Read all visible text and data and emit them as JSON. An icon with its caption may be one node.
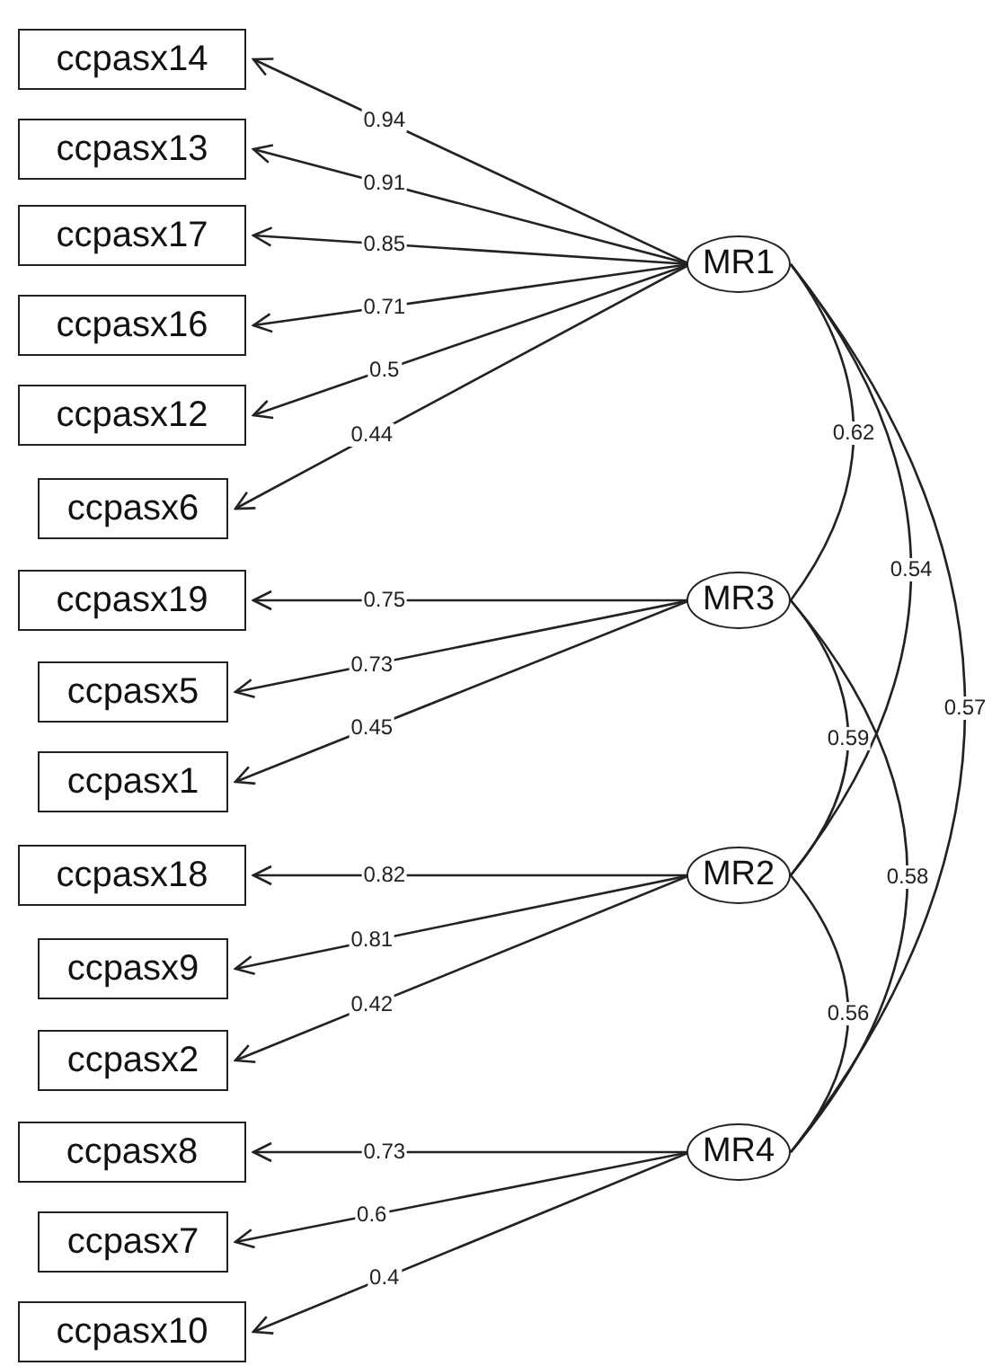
{
  "diagram": {
    "nodes": [
      {
        "text": [
          "ccpasx14"
        ]
      },
      {
        "text": [
          "ccpasx13"
        ]
      },
      {
        "text": [
          "ccpasx17"
        ]
      },
      {
        "text": [
          "ccpasx16"
        ]
      },
      {
        "text": [
          "ccpasx12"
        ]
      },
      {
        "text": [
          "ccpasx6"
        ]
      },
      {
        "text": [
          "ccpasx19"
        ]
      },
      {
        "text": [
          "ccpasx5"
        ]
      },
      {
        "text": [
          "ccpasx1"
        ]
      },
      {
        "text": [
          "ccpasx18"
        ]
      },
      {
        "text": [
          "ccpasx9"
        ]
      },
      {
        "text": [
          "ccpasx2"
        ]
      },
      {
        "text": [
          "ccpasx8"
        ]
      },
      {
        "text": [
          "ccpasx7"
        ]
      },
      {
        "text": [
          "ccpasx10"
        ]
      },
      {
        "text": [
          "MR1"
        ]
      },
      {
        "text": [
          "MR3"
        ]
      },
      {
        "text": [
          "MR2"
        ]
      },
      {
        "text": [
          "MR4"
        ]
      }
    ],
    "edges": [
      {
        "from": 15,
        "to": 0,
        "arrow": "to",
        "label": "0.94"
      },
      {
        "from": 15,
        "to": 1,
        "arrow": "to",
        "label": "0.91"
      },
      {
        "from": 15,
        "to": 2,
        "arrow": "to",
        "label": "0.85"
      },
      {
        "from": 15,
        "to": 3,
        "arrow": "to",
        "label": "0.71"
      },
      {
        "from": 15,
        "to": 4,
        "arrow": "to",
        "label": "0.5"
      },
      {
        "from": 15,
        "to": 5,
        "arrow": "to",
        "label": "0.44"
      },
      {
        "from": 16,
        "to": 6,
        "arrow": "to",
        "label": "0.75"
      },
      {
        "from": 16,
        "to": 7,
        "arrow": "to",
        "label": "0.73"
      },
      {
        "from": 16,
        "to": 8,
        "arrow": "to",
        "label": "0.45"
      },
      {
        "from": 17,
        "to": 9,
        "arrow": "to",
        "label": "0.82"
      },
      {
        "from": 17,
        "to": 10,
        "arrow": "to",
        "label": "0.81"
      },
      {
        "from": 17,
        "to": 11,
        "arrow": "to",
        "label": "0.42"
      },
      {
        "from": 18,
        "to": 12,
        "arrow": "to",
        "label": "0.73"
      },
      {
        "from": 18,
        "to": 13,
        "arrow": "to",
        "label": "0.6"
      },
      {
        "from": 18,
        "to": 14,
        "arrow": "to",
        "label": "0.4"
      },
      {
        "from": 15,
        "to": 16,
        "arrow": "none",
        "label": "0.62"
      },
      {
        "from": 15,
        "to": 17,
        "arrow": "none",
        "label": "0.54"
      },
      {
        "from": 15,
        "to": 18,
        "arrow": "none",
        "label": "0.57"
      },
      {
        "from": 16,
        "to": 17,
        "arrow": "none",
        "label": "0.59"
      },
      {
        "from": 16,
        "to": 18,
        "arrow": "none",
        "label": "0.58"
      },
      {
        "from": 17,
        "to": 18,
        "arrow": "none",
        "label": "0.56"
      }
    ]
  }
}
